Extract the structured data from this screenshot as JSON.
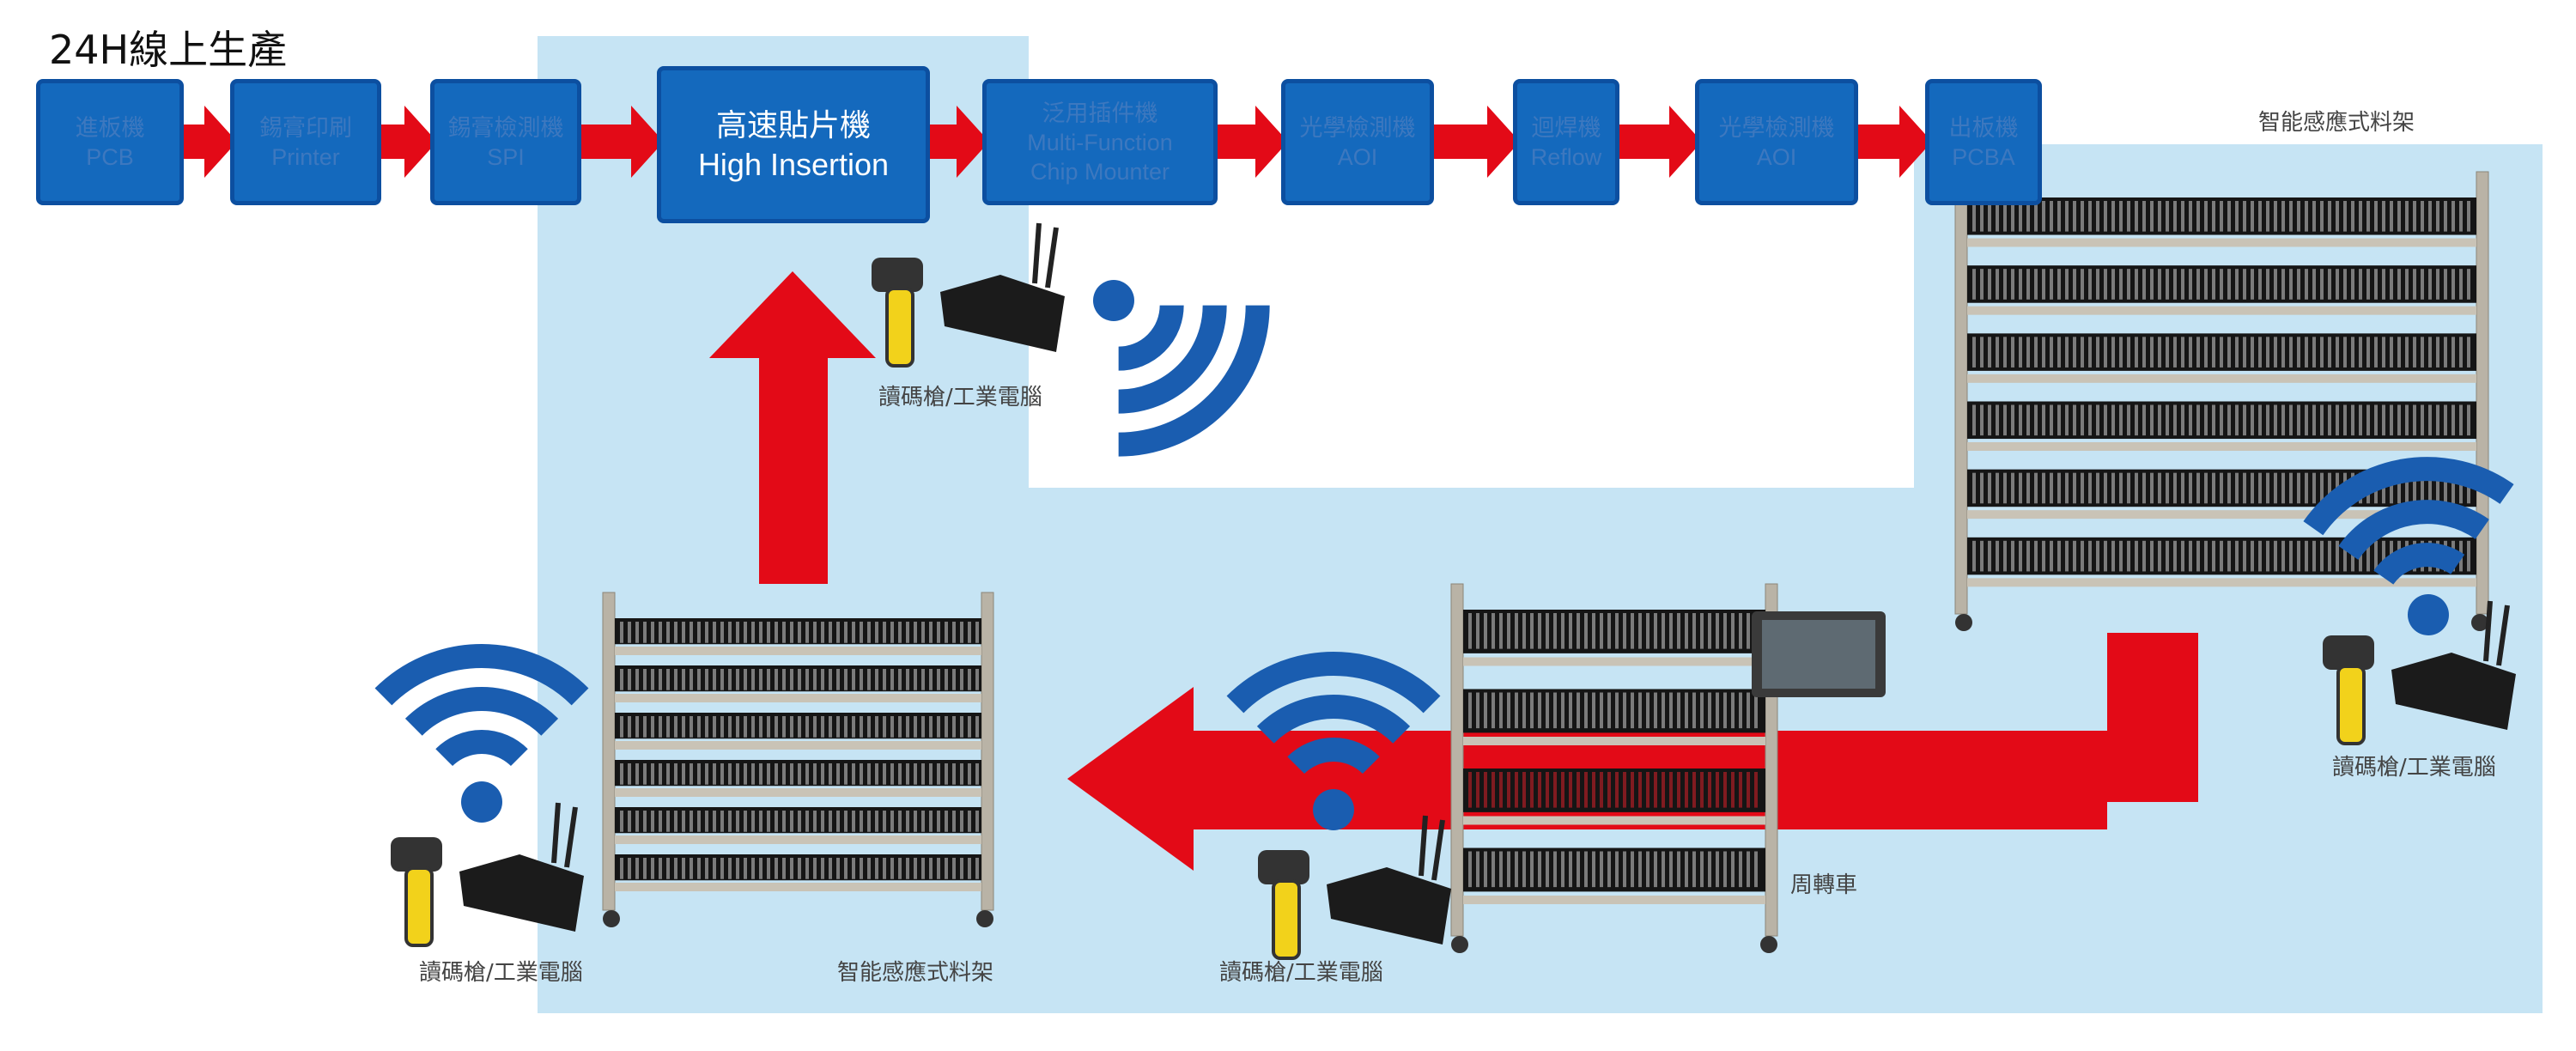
{
  "title": "24H線上生產",
  "process_steps": [
    {
      "zh": "進板機",
      "en": "PCB"
    },
    {
      "zh": "錫膏印刷",
      "en": "Printer"
    },
    {
      "zh": "錫膏檢測機",
      "en": "SPI"
    },
    {
      "zh": "高速貼片機",
      "en": "High Insertion"
    },
    {
      "zh": "泛用插件機",
      "en": "Multi-Function",
      "en2": "Chip Mounter"
    },
    {
      "zh": "光學檢測機",
      "en": "AOI"
    },
    {
      "zh": "迴焊機",
      "en": "Reflow"
    },
    {
      "zh": "光學檢測機",
      "en": "AOI"
    },
    {
      "zh": "出板機",
      "en": "PCBA"
    }
  ],
  "labels": {
    "scanner_pc": "讀碼槍/工業電腦",
    "smart_rack": "智能感應式料架",
    "cart": "周轉車"
  },
  "colors": {
    "box_blue": "#1469bd",
    "zone_blue": "#c6e4f4",
    "arrow_red": "#e30a17",
    "wifi_blue": "#1a5db0"
  }
}
